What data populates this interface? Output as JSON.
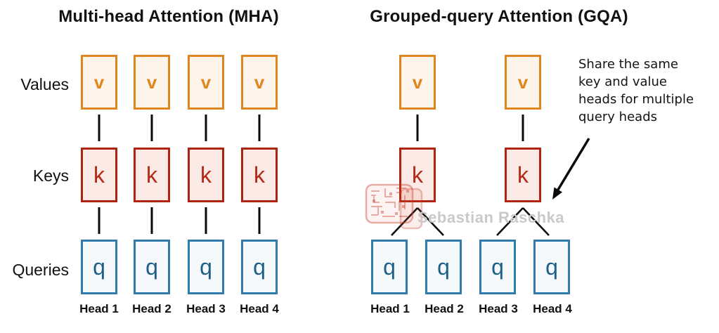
{
  "mha": {
    "title": "Multi-head Attention (MHA)",
    "row_labels": [
      {
        "id": "values",
        "label": "Values"
      },
      {
        "id": "keys",
        "label": "Keys"
      },
      {
        "id": "queries",
        "label": "Queries"
      }
    ],
    "values": [
      "v",
      "v",
      "v",
      "v"
    ],
    "keys": [
      "k",
      "k",
      "k",
      "k"
    ],
    "queries": [
      "q",
      "q",
      "q",
      "q"
    ],
    "heads": [
      "Head 1",
      "Head 2",
      "Head 3",
      "Head 4"
    ]
  },
  "gqa": {
    "title": "Grouped-query Attention (GQA)",
    "values": [
      "v",
      "v"
    ],
    "keys": [
      "k",
      "k"
    ],
    "queries": [
      "q",
      "q",
      "q",
      "q"
    ],
    "heads": [
      "Head 1",
      "Head 2",
      "Head 3",
      "Head 4"
    ],
    "annotation": "Share the same\nkey and value\nheads for multiple\nquery heads"
  },
  "watermark": {
    "text": "Sebastian Raschka"
  },
  "colors": {
    "value_border": "#E0861E",
    "value_fill": "#FDF5EC",
    "value_text": "#E0861E",
    "key_border": "#AD2410",
    "key_fill": "#FBEAE6",
    "key_text": "#B52A14",
    "query_border": "#2F7CAC",
    "query_fill": "#F5F9FB",
    "query_text": "#1D5F87",
    "line": "#0B0B0B",
    "watermark_text": "#C9C9C9",
    "watermark_stamp": "#C33A26"
  }
}
